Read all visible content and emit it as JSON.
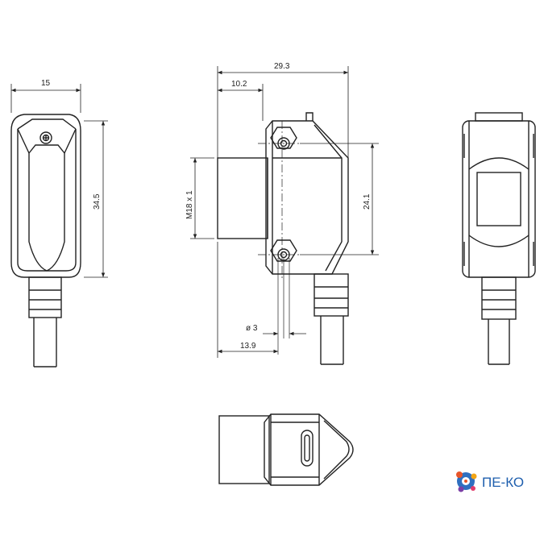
{
  "dimensions": {
    "width_side": "15",
    "height_side": "34.5",
    "overall_length": "29.3",
    "thread_offset": "10.2",
    "thread_label": "M18 x 1",
    "hole_spacing": "24.1",
    "hole_diameter": "ø 3",
    "hole_offset": "13.9"
  },
  "logo": {
    "text": "ПЕ-КО"
  }
}
